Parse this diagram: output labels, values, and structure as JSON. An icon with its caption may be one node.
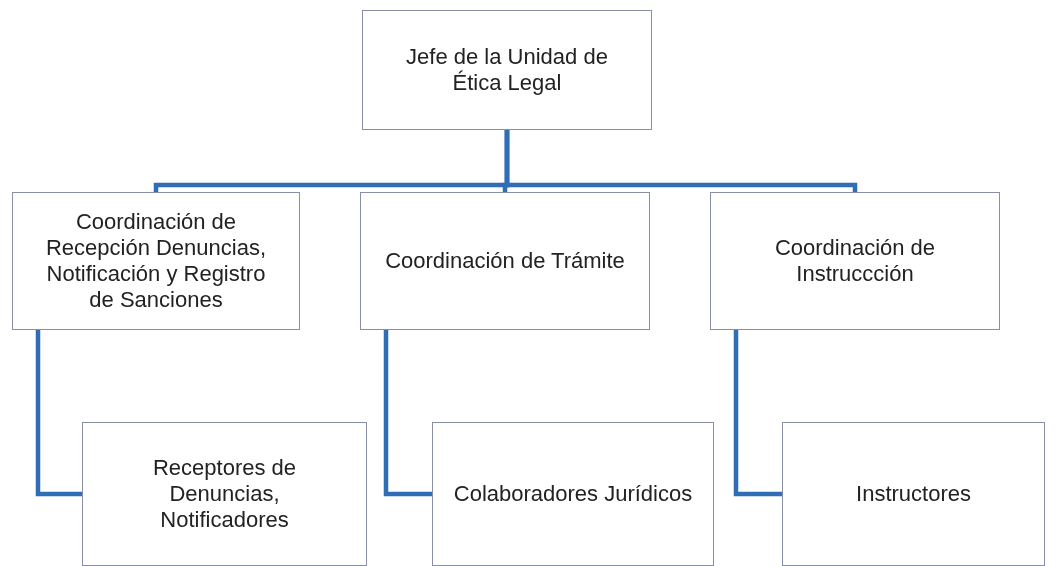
{
  "diagram": {
    "nodes": [
      {
        "text": [
          "Jefe de la Unidad de Ética Legal"
        ]
      },
      {
        "text": [
          "Coordinación de Recepción Denuncias, Notificación y Registro de Sanciones"
        ]
      },
      {
        "text": [
          "Coordinación de Trámite"
        ]
      },
      {
        "text": [
          "Coordinación de Instruccción"
        ]
      },
      {
        "text": [
          "Receptores de Denuncias, Notificadores"
        ]
      },
      {
        "text": [
          "Colaboradores Jurídicos"
        ]
      },
      {
        "text": [
          "Instructores"
        ]
      }
    ],
    "edges": [
      {
        "from": 0,
        "to": 1,
        "arrow": "none"
      },
      {
        "from": 0,
        "to": 2,
        "arrow": "none"
      },
      {
        "from": 0,
        "to": 3,
        "arrow": "none"
      },
      {
        "from": 1,
        "to": 4,
        "arrow": "none"
      },
      {
        "from": 2,
        "to": 5,
        "arrow": "none"
      },
      {
        "from": 3,
        "to": 6,
        "arrow": "none"
      }
    ]
  }
}
